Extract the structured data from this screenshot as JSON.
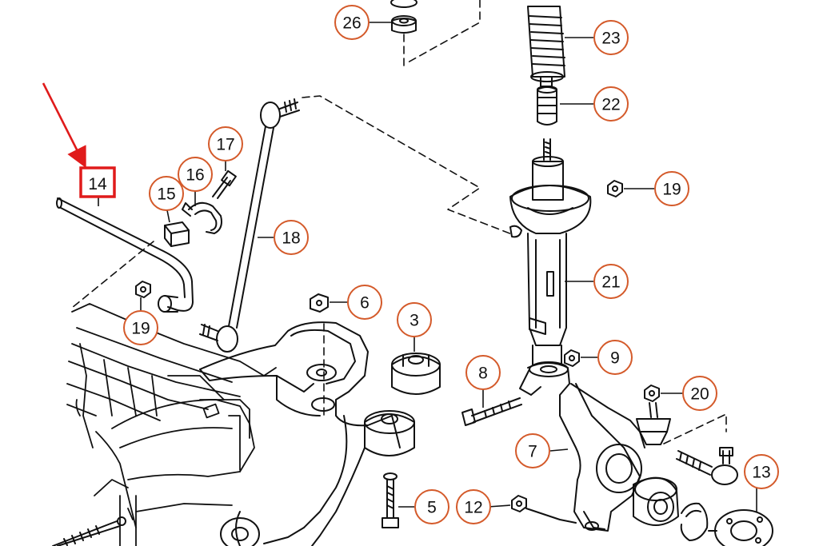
{
  "colors": {
    "callout_circle": "#d45a2a",
    "highlight": "#e01b1b",
    "line": "#111111",
    "background": "#ffffff"
  },
  "highlight": {
    "label": "14",
    "arrow": "red-arrow-pointing-down-right"
  },
  "callouts": [
    {
      "id": "26",
      "label": "26",
      "part": "stabilizer-bushing-washer"
    },
    {
      "id": "23",
      "label": "23",
      "part": "protective-boot"
    },
    {
      "id": "22",
      "label": "22",
      "part": "bump-stop"
    },
    {
      "id": "19a",
      "label": "19",
      "part": "strut-nut"
    },
    {
      "id": "21",
      "label": "21",
      "part": "shock-absorber-strut"
    },
    {
      "id": "9",
      "label": "9",
      "part": "knuckle-nut"
    },
    {
      "id": "20",
      "label": "20",
      "part": "ball-joint-nut"
    },
    {
      "id": "13",
      "label": "13",
      "part": "wheel-hub"
    },
    {
      "id": "8",
      "label": "8",
      "part": "knuckle-bolt"
    },
    {
      "id": "7",
      "label": "7",
      "part": "steering-knuckle"
    },
    {
      "id": "12",
      "label": "12",
      "part": "knuckle-lower-nut"
    },
    {
      "id": "3",
      "label": "3",
      "part": "control-arm-bushing"
    },
    {
      "id": "6",
      "label": "6",
      "part": "control-arm-nut"
    },
    {
      "id": "5",
      "label": "5",
      "part": "control-arm-bolt"
    },
    {
      "id": "17",
      "label": "17",
      "part": "clamp-bolt"
    },
    {
      "id": "16",
      "label": "16",
      "part": "bushing-clamp"
    },
    {
      "id": "15",
      "label": "15",
      "part": "stabilizer-bushing"
    },
    {
      "id": "18",
      "label": "18",
      "part": "stabilizer-link"
    },
    {
      "id": "19b",
      "label": "19",
      "part": "link-nut"
    }
  ]
}
